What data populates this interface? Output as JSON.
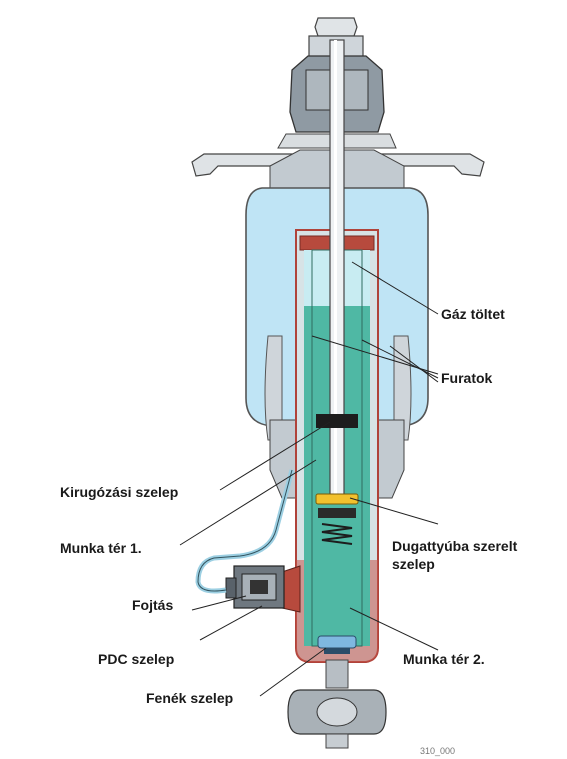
{
  "labels": {
    "gas_charge": "Gáz töltet",
    "bores": "Furatok",
    "rebound_valve": "Kirugózási szelep",
    "work_chamber_1": "Munka tér 1.",
    "piston_valve_line1": "Dugattyúba szerelt",
    "piston_valve_line2": "szelep",
    "throttle": "Fojtás",
    "pdc_valve": "PDC szelep",
    "work_chamber_2": "Munka tér 2.",
    "base_valve": "Fenék szelep"
  },
  "figure_number": "310_000",
  "colors": {
    "air_spring": "#bfe4f5",
    "oil": "#4fb8a4",
    "gas": "#c8ecf2",
    "tube_outline": "#b0433a",
    "metal": "#8f9aa3",
    "valve_yellow": "#f2c12e"
  }
}
